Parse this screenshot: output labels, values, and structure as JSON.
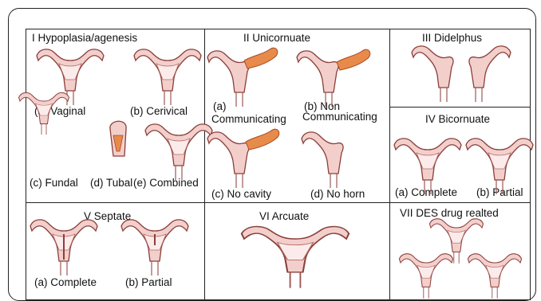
{
  "panels": [
    {
      "key": "I",
      "title": "I Hypoplasia/agenesis",
      "labels": [
        "(a) Vaginal",
        "(b) Cerivical",
        "(c) Fundal",
        "(d) Tubal",
        "(e) Combined"
      ]
    },
    {
      "key": "II",
      "title": "II    Unicornuate",
      "labels": [
        "(a)",
        "Communicating",
        "(b) Non",
        "Communicating",
        "(c) No cavity",
        "(d) No horn"
      ]
    },
    {
      "key": "III",
      "title": "III    Didelphus",
      "labels": []
    },
    {
      "key": "IV",
      "title": "IV    Bicornuate",
      "labels": [
        "(a) Complete",
        "(b) Partial"
      ]
    },
    {
      "key": "V",
      "title": "V   Septate",
      "labels": [
        "(a) Complete",
        "(b) Partial"
      ]
    },
    {
      "key": "VI",
      "title": "VI    Arcuate",
      "labels": []
    },
    {
      "key": "VII",
      "title": "VII  DES drug realted",
      "labels": []
    }
  ],
  "colors": {
    "tissue": "#f3cfcc",
    "outline": "#8a3f3a",
    "accent": "#e88a4a"
  }
}
